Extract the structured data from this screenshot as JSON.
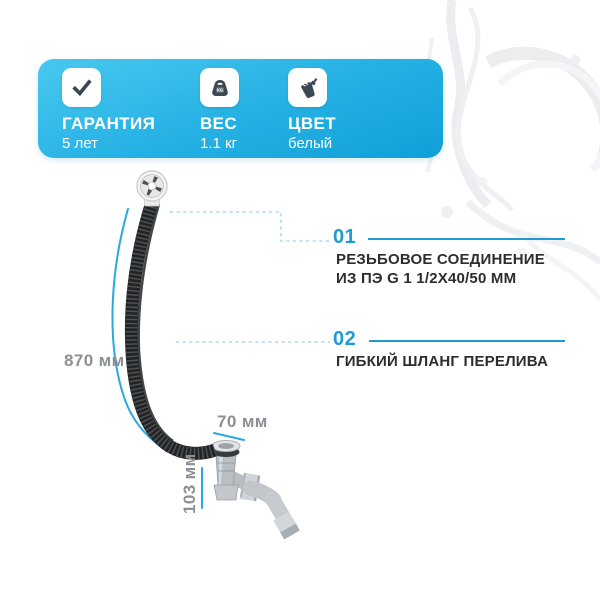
{
  "banner": {
    "features": [
      {
        "icon": "checkmark-icon",
        "label": "ГАРАНТИЯ",
        "value": "5 лет"
      },
      {
        "icon": "kettlebell-weight-icon",
        "label": "ВЕС",
        "value": "1.1 кг",
        "badge": "KG"
      },
      {
        "icon": "paint-bucket-icon",
        "label": "ЦВЕТ",
        "value": "белый"
      }
    ]
  },
  "callouts": [
    {
      "number": "01",
      "line1": "РЕЗЬБОВОЕ СОЕДИНЕНИЕ",
      "line2": "ИЗ ПЭ G 1 1/2X40/50 ММ"
    },
    {
      "number": "02",
      "line1": "ГИБКИЙ ШЛАНГ ПЕРЕЛИВА"
    }
  ],
  "dimensions": {
    "hose_length": "870 мм",
    "drain_width": "70 мм",
    "drain_height": "103 мм"
  },
  "colors": {
    "banner_gradient_top": "#47c9f0",
    "banner_gradient_bottom": "#0fa0d8",
    "accent_blue": "#1f9ad5",
    "dashed_connector_blue": "#abdcf2",
    "dimension_line_blue": "#2aa6e1",
    "dimension_text_gray": "#8a9095",
    "heading_text": "#2b2d2f",
    "icon_dark": "#3c4852",
    "hose_dark": "#212325",
    "plastic_gray": "#c3c7cb"
  }
}
